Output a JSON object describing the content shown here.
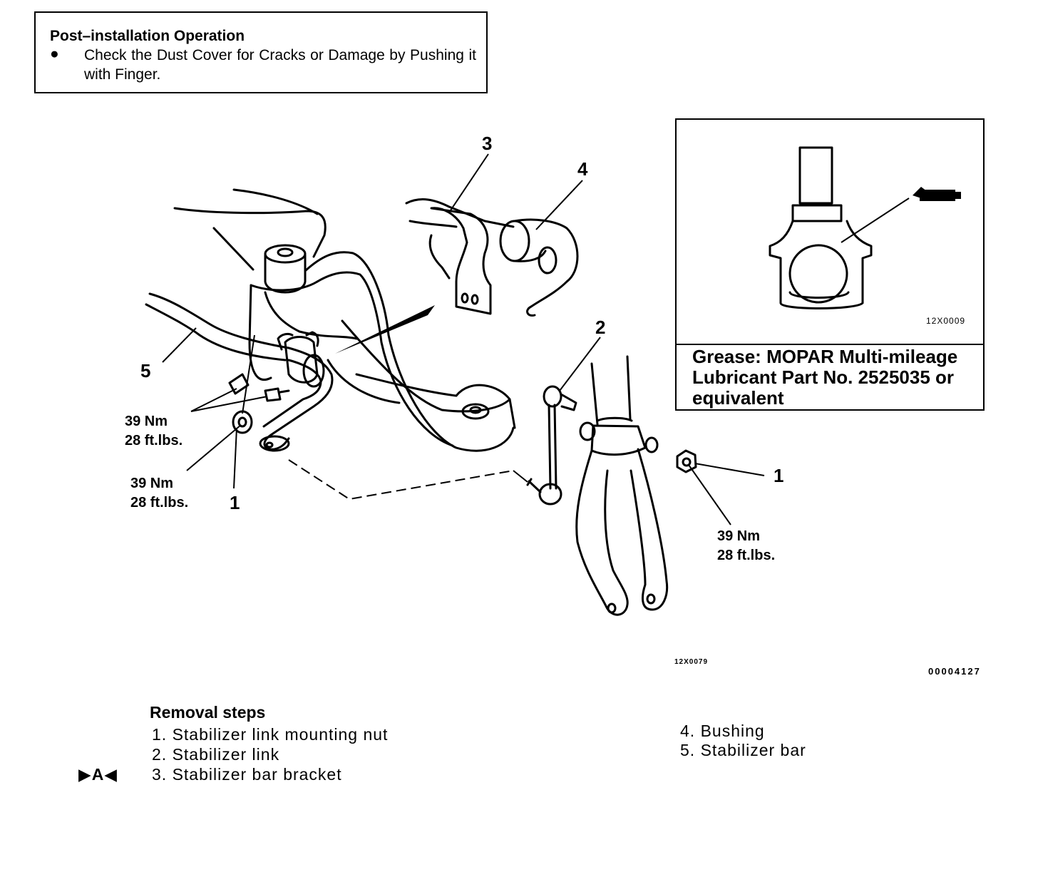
{
  "post_installation": {
    "title": "Post–installation Operation",
    "bullet": "●",
    "text": "Check the Dust Cover for Cracks or Damage by Pushing it with Finger."
  },
  "grease_inset": {
    "text": "Grease: MOPAR Multi-mileage Lubricant Part No. 2525035 or equivalent",
    "figure_code": "12X0009"
  },
  "callouts": {
    "c3": "3",
    "c4": "4",
    "c5": "5",
    "c2": "2",
    "c1_left": "1",
    "c1_right": "1"
  },
  "torques": {
    "t1_nm": "39 Nm",
    "t1_ft": "28 ft.lbs.",
    "t2_nm": "39 Nm",
    "t2_ft": "28 ft.lbs.",
    "t3_nm": "39 Nm",
    "t3_ft": "28 ft.lbs."
  },
  "figure_code": "12X0079",
  "document_code": "00004127",
  "removal_steps": {
    "title": "Removal steps",
    "marker": "▶A◀",
    "items": [
      "1. Stabilizer link mounting nut",
      "2. Stabilizer link",
      "3. Stabilizer bar bracket",
      "4. Bushing",
      "5. Stabilizer bar"
    ]
  }
}
